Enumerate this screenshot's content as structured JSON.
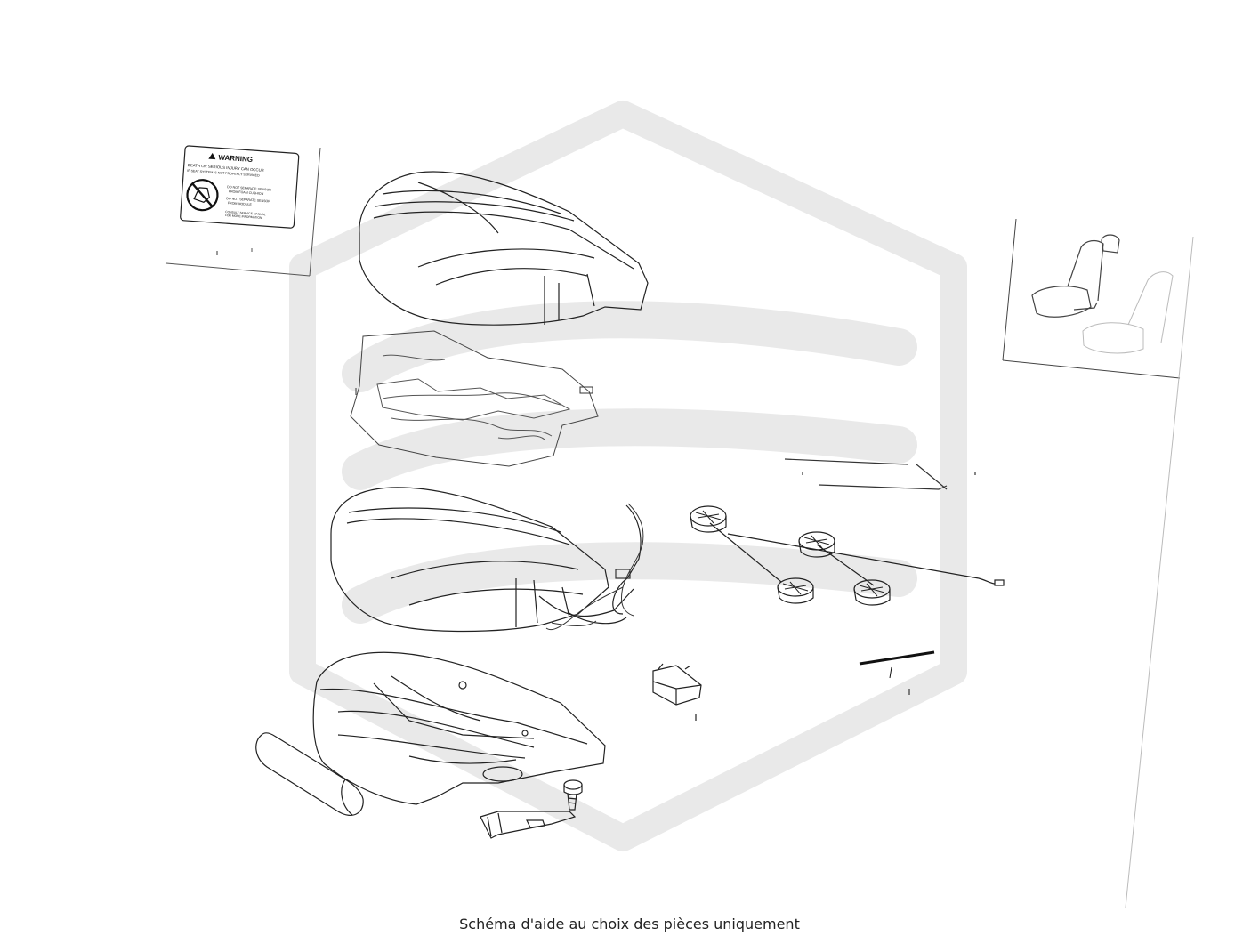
{
  "caption": "Schéma d'aide au choix des pièces uniquement",
  "warning_label": {
    "title": "WARNING",
    "line1": "DEATH OR SERIOUS INJURY CAN OCCUR",
    "line2": "IF SEAT SYSTEM IS NOT PROPERLY SERVICED",
    "item1a": "DO NOT SEPARATE SENSOR",
    "item1b": "FROM FOAM CUSHION",
    "item2a": "DO NOT SEPARATE SENSOR",
    "item2b": "FROM MODULE",
    "item3a": "CONSULT SERVICE MANUAL",
    "item3b": "FOR MORE INFORMATION"
  },
  "colors": {
    "line": "#222222",
    "watermark": "#e9e9e9",
    "frame": "#888888"
  },
  "icons": [
    "warning-triangle-icon",
    "no-child-seat-icon",
    "seat-locator-icon"
  ]
}
